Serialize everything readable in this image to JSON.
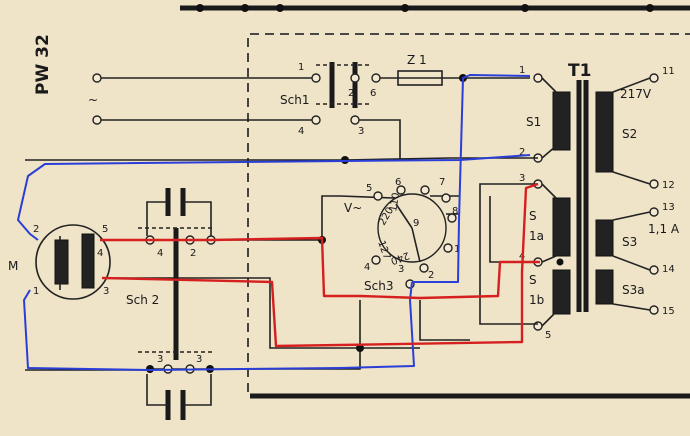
{
  "title": "PW 32",
  "labels": {
    "ac_symbol": "~",
    "sch1": "Sch1",
    "z1": "Z 1",
    "t1": "T1",
    "s1": "S1",
    "s2": "S2",
    "s_main": "S",
    "s1a_sub": "1a",
    "s1b_sub": "1b",
    "s3": "S3",
    "s3a": "S3a",
    "v217": "217V",
    "a11": "1,1 A",
    "m": "M",
    "sch2": "Sch 2",
    "sch3": "Sch3",
    "v_tilde": "V~",
    "sel_110": "110",
    "sel_220": "220",
    "sel_127": "127",
    "sel_240": "240"
  },
  "pins": {
    "sch1": [
      "1",
      "2",
      "6",
      "4",
      "3"
    ],
    "t1_primary": [
      "1",
      "2",
      "3",
      "4",
      "5"
    ],
    "t1_secondary": [
      "11",
      "12",
      "13",
      "14",
      "15"
    ],
    "motor": [
      "2",
      "5",
      "4",
      "1",
      "3"
    ],
    "sch2": [
      "4",
      "2",
      "3",
      "3"
    ],
    "sch3": [
      "5",
      "6",
      "7",
      "8",
      "9",
      "1",
      "2",
      "3",
      "4"
    ]
  },
  "colors": {
    "paper": "#efe3c8",
    "ink": "#1a1a1a",
    "overlay_red": "#d62020",
    "overlay_blue": "#2a3ed8"
  }
}
